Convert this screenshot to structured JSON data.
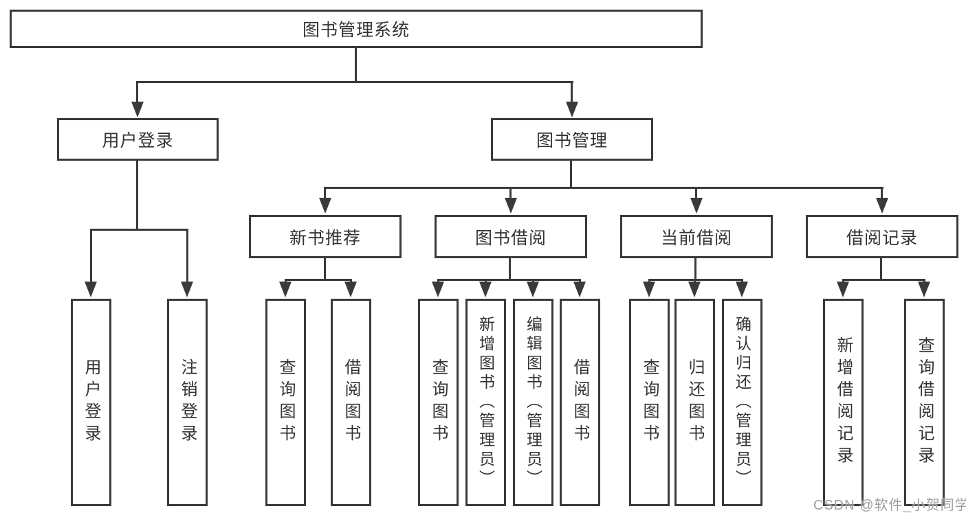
{
  "tree": {
    "root": {
      "label": "图书管理系统",
      "children": [
        {
          "label": "用户登录",
          "children": [
            {
              "label": "用户登录"
            },
            {
              "label": "注销登录"
            }
          ]
        },
        {
          "label": "图书管理",
          "children": [
            {
              "label": "新书推荐",
              "children": [
                {
                  "label": "查询图书"
                },
                {
                  "label": "借阅图书"
                }
              ]
            },
            {
              "label": "图书借阅",
              "children": [
                {
                  "label": "查询图书"
                },
                {
                  "label": "新增图书（管理员）"
                },
                {
                  "label": "编辑图书（管理员）"
                },
                {
                  "label": "借阅图书"
                }
              ]
            },
            {
              "label": "当前借阅",
              "children": [
                {
                  "label": "查询图书"
                },
                {
                  "label": "归还图书"
                },
                {
                  "label": "确认归还（管理员）"
                }
              ]
            },
            {
              "label": "借阅记录",
              "children": [
                {
                  "label": "新增借阅记录"
                },
                {
                  "label": "查询借阅记录"
                }
              ]
            }
          ]
        }
      ]
    }
  },
  "watermark": {
    "text": "CSDN @软件_小贺同学"
  },
  "colors": {
    "line": "#3a3a3a",
    "text": "#333333",
    "background": "#ffffff",
    "watermark": "#9e9e9e"
  }
}
